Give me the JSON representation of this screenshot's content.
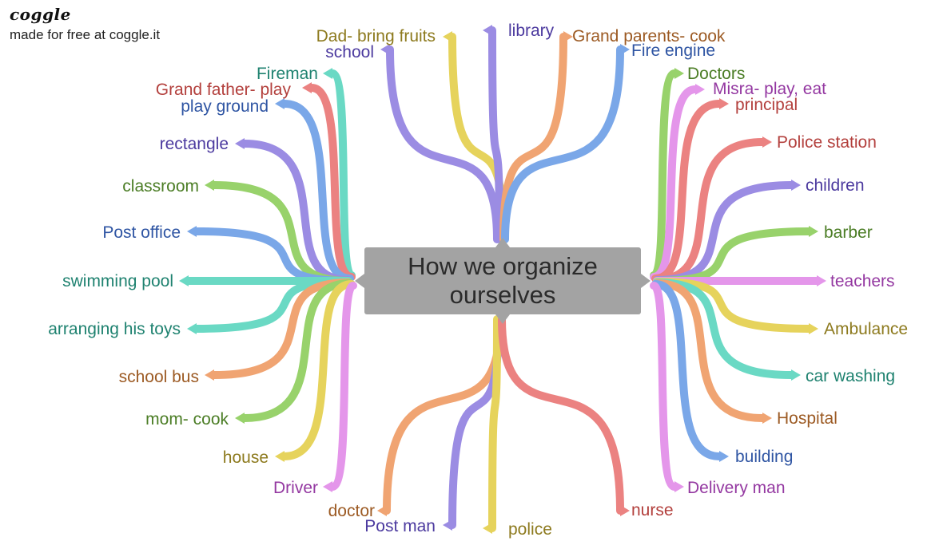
{
  "brand": {
    "logo_text": "coggle",
    "tagline": "made for free at coggle.it"
  },
  "center": {
    "title": "How we organize ourselves"
  },
  "colors": {
    "purple": "#9b8ce3",
    "yellow": "#e6d35c",
    "orange": "#f0a472",
    "blue": "#7aa7e8",
    "teal": "#6ad9c4",
    "red": "#eb8281",
    "green": "#98d26b",
    "pink": "#e496ea"
  },
  "nodes": [
    {
      "label": "Dad- bring fruits",
      "color": "yellow",
      "text_color": "#8d7a1e"
    },
    {
      "label": "school",
      "color": "purple",
      "text_color": "#4c3a9f"
    },
    {
      "label": "library",
      "color": "purple",
      "text_color": "#4c3a9f"
    },
    {
      "label": "Grand parents- cook",
      "color": "orange",
      "text_color": "#9c5a23"
    },
    {
      "label": "Fire engine",
      "color": "blue",
      "text_color": "#2f55a3"
    },
    {
      "label": "Fireman",
      "color": "teal",
      "text_color": "#1f8270"
    },
    {
      "label": "Grand father- play",
      "color": "red",
      "text_color": "#b3403d"
    },
    {
      "label": "play ground",
      "color": "blue",
      "text_color": "#2f55a3"
    },
    {
      "label": "rectangle",
      "color": "purple",
      "text_color": "#4c3a9f"
    },
    {
      "label": "classroom",
      "color": "green",
      "text_color": "#4b7d25"
    },
    {
      "label": "Post office",
      "color": "blue",
      "text_color": "#2f55a3"
    },
    {
      "label": "swimming pool",
      "color": "teal",
      "text_color": "#1f8270"
    },
    {
      "label": "arranging his toys",
      "color": "teal",
      "text_color": "#1f8270"
    },
    {
      "label": "school bus",
      "color": "orange",
      "text_color": "#9c5a23"
    },
    {
      "label": "mom- cook",
      "color": "green",
      "text_color": "#4b7d25"
    },
    {
      "label": "house",
      "color": "yellow",
      "text_color": "#8d7a1e"
    },
    {
      "label": "Driver",
      "color": "pink",
      "text_color": "#9438a1"
    },
    {
      "label": "doctor",
      "color": "orange",
      "text_color": "#9c5a23"
    },
    {
      "label": "Post man",
      "color": "purple",
      "text_color": "#4c3a9f"
    },
    {
      "label": "police",
      "color": "yellow",
      "text_color": "#8d7a1e"
    },
    {
      "label": "nurse",
      "color": "red",
      "text_color": "#b3403d"
    },
    {
      "label": "Doctors",
      "color": "green",
      "text_color": "#4b7d25"
    },
    {
      "label": "Misra- play, eat",
      "color": "pink",
      "text_color": "#9438a1"
    },
    {
      "label": "principal",
      "color": "red",
      "text_color": "#b3403d"
    },
    {
      "label": "Police station",
      "color": "red",
      "text_color": "#b3403d"
    },
    {
      "label": "children",
      "color": "purple",
      "text_color": "#4c3a9f"
    },
    {
      "label": "barber",
      "color": "green",
      "text_color": "#4b7d25"
    },
    {
      "label": "teachers",
      "color": "pink",
      "text_color": "#9438a1"
    },
    {
      "label": "Ambulance",
      "color": "yellow",
      "text_color": "#8d7a1e"
    },
    {
      "label": "car washing",
      "color": "teal",
      "text_color": "#1f8270"
    },
    {
      "label": "Hospital",
      "color": "orange",
      "text_color": "#9c5a23"
    },
    {
      "label": "building",
      "color": "blue",
      "text_color": "#2f55a3"
    },
    {
      "label": "Delivery man",
      "color": "pink",
      "text_color": "#9438a1"
    }
  ]
}
